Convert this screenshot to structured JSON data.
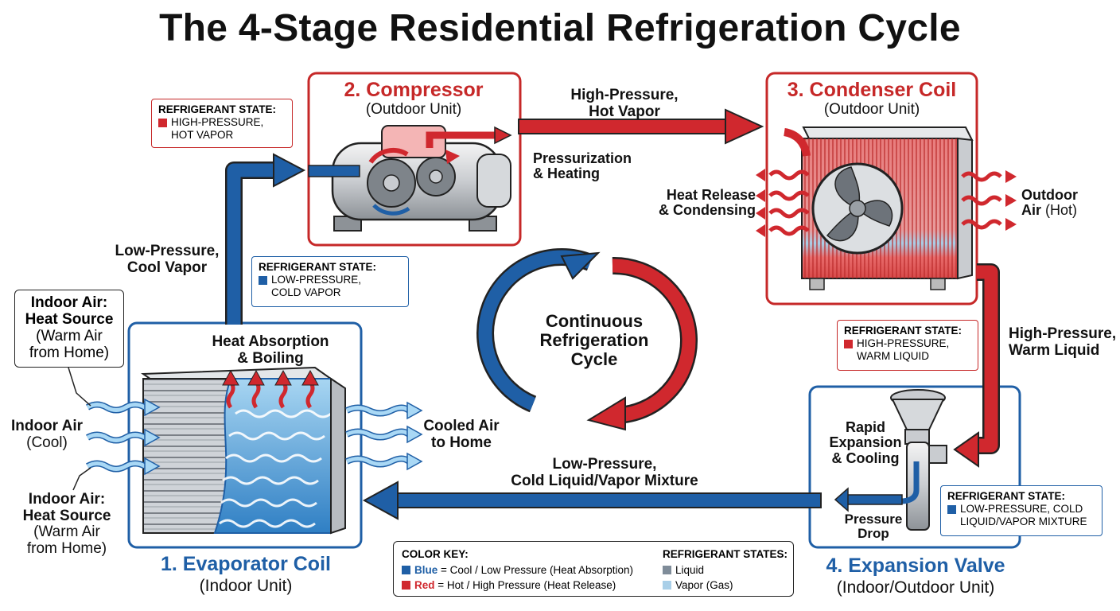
{
  "title": "The 4-Stage Residential Refrigeration Cycle",
  "colors": {
    "blue": "#1f5fa6",
    "red": "#d0282e",
    "liquid_swatch": "#7f8c99",
    "vapor_swatch": "#a9cfe8"
  },
  "stages": {
    "compressor": {
      "name": "2. Compressor",
      "location": "(Outdoor Unit)",
      "process": "Pressurization\n& Heating"
    },
    "condenser": {
      "name": "3. Condenser Coil",
      "location": "(Outdoor Unit)",
      "process": "Heat Release\n& Condensing"
    },
    "evaporator": {
      "name": "1. Evaporator Coil",
      "location": "(Indoor Unit)",
      "process": "Heat Absorption\n& Boiling"
    },
    "expansion": {
      "name": "4. Expansion Valve",
      "location": "(Indoor/Outdoor Unit)",
      "process": "Rapid\nExpansion\n& Cooling",
      "drop": "Pressure\nDrop"
    }
  },
  "flows": {
    "comp_to_cond": "High-Pressure,\nHot Vapor",
    "evap_to_comp": "Low-Pressure,\nCool Vapor",
    "cond_to_exp": "High-Pressure,\nWarm Liquid",
    "exp_to_evap": "Low-Pressure,\nCold Liquid/Vapor Mixture"
  },
  "states": {
    "heading": "REFRIGERANT STATE:",
    "hot_vapor": "HIGH-PRESSURE,\nHOT VAPOR",
    "cold_vapor": "LOW-PRESSURE,\nCOLD VAPOR",
    "warm_liquid": "HIGH-PRESSURE,\nWARM LIQUID",
    "cold_mix": "LOW-PRESSURE, COLD\nLIQUID/VAPOR MIXTURE"
  },
  "air": {
    "indoor_source_bold": "Indoor Air:\nHeat Source",
    "indoor_source_sub": "(Warm Air\nfrom Home)",
    "indoor_cool_bold": "Indoor Air",
    "indoor_cool_sub": "(Cool)",
    "cooled": "Cooled Air\nto Home",
    "outdoor_bold": "Outdoor\nAir",
    "outdoor_sub": "(Hot)"
  },
  "center": "Continuous\nRefrigeration\nCycle",
  "key": {
    "heading": "COLOR KEY:",
    "blue_word": "Blue",
    "blue_text": " = Cool / Low Pressure (Heat Absorption)",
    "red_word": "Red",
    "red_text": " = Hot / High Pressure (Heat Release)",
    "states_heading": "REFRIGERANT STATES:",
    "liquid": "Liquid",
    "vapor": "Vapor (Gas)"
  }
}
